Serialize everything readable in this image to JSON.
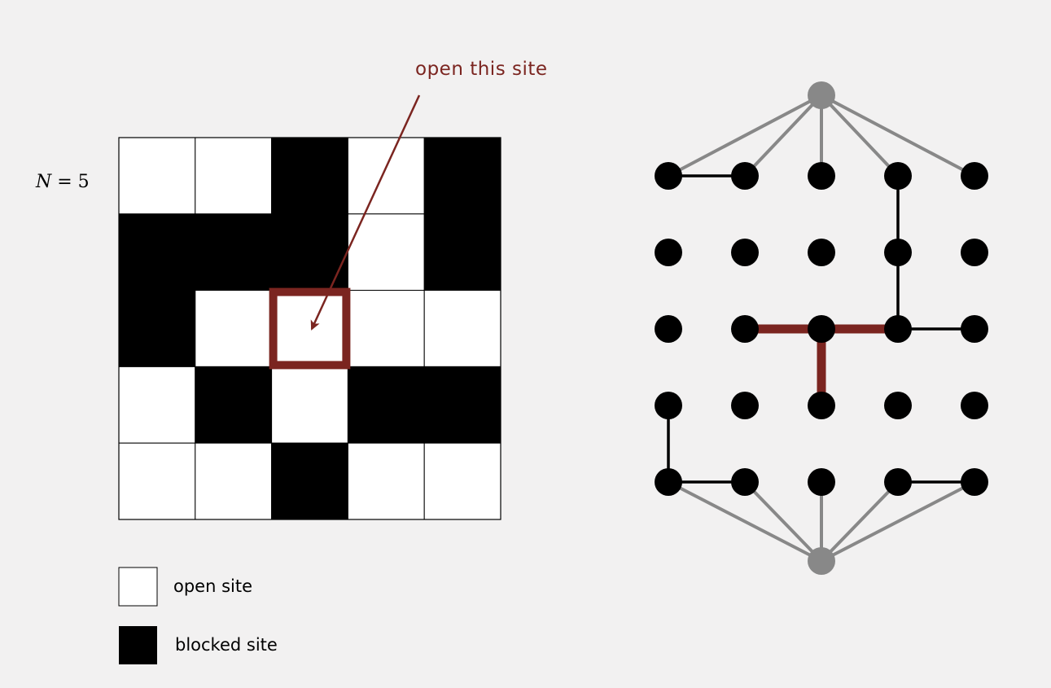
{
  "n_label": {
    "var": "N",
    "rest": " = 5"
  },
  "callout": {
    "text": "open this site",
    "color": "#7b2520"
  },
  "legend": {
    "open_label": "open site",
    "blocked_label": "blocked site"
  },
  "grid": {
    "size": 5,
    "cells": [
      [
        "open",
        "open",
        "blocked",
        "open",
        "blocked"
      ],
      [
        "blocked",
        "blocked",
        "blocked",
        "open",
        "blocked"
      ],
      [
        "blocked",
        "open",
        "open",
        "open",
        "open"
      ],
      [
        "open",
        "blocked",
        "open",
        "blocked",
        "blocked"
      ],
      [
        "open",
        "open",
        "blocked",
        "open",
        "open"
      ]
    ],
    "highlighted_cell": [
      2,
      2
    ]
  },
  "graph": {
    "virtual_top": "top",
    "virtual_bottom": "bottom",
    "edges_black": [
      [
        [
          0,
          0
        ],
        [
          0,
          1
        ]
      ],
      [
        [
          0,
          3
        ],
        [
          1,
          3
        ]
      ],
      [
        [
          1,
          3
        ],
        [
          2,
          3
        ]
      ],
      [
        [
          2,
          3
        ],
        [
          2,
          4
        ]
      ],
      [
        [
          3,
          0
        ],
        [
          4,
          0
        ]
      ],
      [
        [
          4,
          0
        ],
        [
          4,
          1
        ]
      ],
      [
        [
          4,
          3
        ],
        [
          4,
          4
        ]
      ]
    ],
    "edges_new": [
      [
        [
          2,
          1
        ],
        [
          2,
          2
        ]
      ],
      [
        [
          2,
          2
        ],
        [
          2,
          3
        ]
      ],
      [
        [
          2,
          2
        ],
        [
          3,
          2
        ]
      ]
    ],
    "top_connects_to_row": 0,
    "bottom_connects_to_row": 4
  },
  "colors": {
    "background": "#f2f1f1",
    "open": "#ffffff",
    "blocked": "#000000",
    "accent": "#7b2520",
    "virtual_node": "#888888",
    "node": "#000000"
  }
}
